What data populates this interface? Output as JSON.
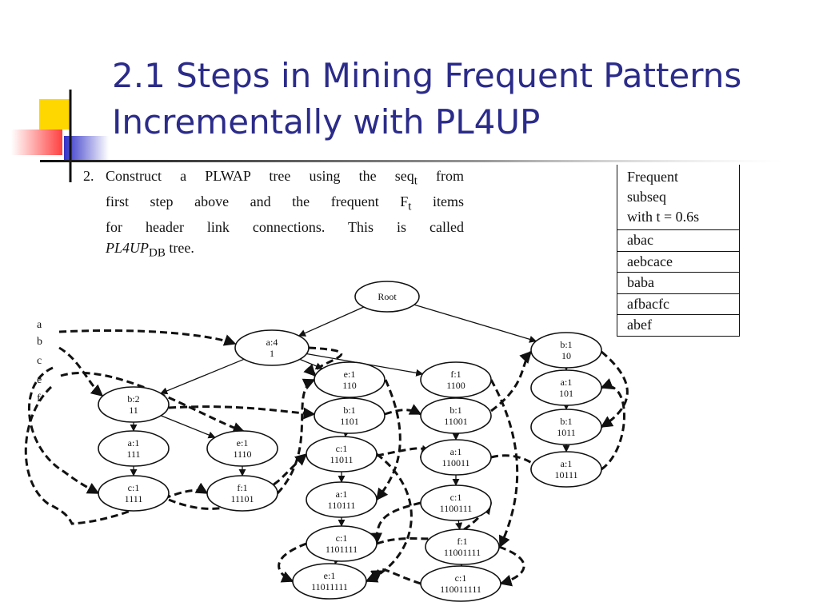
{
  "slide": {
    "title_line1": "2.1 Steps in Mining Frequent Patterns",
    "title_line2": "Incrementally with PL4UP",
    "accent_colors": {
      "yellow": "#ffd700",
      "blue": "#3030c8",
      "red": "#ff5050",
      "title": "#2b2b8a"
    }
  },
  "step": {
    "number": "2.",
    "line1": "Construct a PLWAP tree using the seq",
    "line1_sub": "t",
    "line1_end": "from",
    "line2a": "first step above and the frequent F",
    "line2_sub": "t",
    "line2b": "items",
    "line3": "for header link connections.   This is called",
    "line4_name": "PL4UP",
    "line4_sub": "DB",
    "line4_end": "tree."
  },
  "table": {
    "header_lines": [
      "Frequent",
      "subseq",
      "with t = 0.6s"
    ],
    "rows": [
      "abac",
      "aebcace",
      "baba",
      "afbacfc",
      "abef"
    ]
  },
  "tree": {
    "header_items": [
      "a",
      "b",
      "c",
      "e",
      "f"
    ],
    "nodes": [
      {
        "id": "root",
        "label": "Root",
        "code": ""
      },
      {
        "id": "a4",
        "label": "a:4",
        "code": "1"
      },
      {
        "id": "b1r",
        "label": "b:1",
        "code": "10"
      },
      {
        "id": "b2",
        "label": "b:2",
        "code": "11"
      },
      {
        "id": "e110",
        "label": "e:1",
        "code": "110"
      },
      {
        "id": "f1100",
        "label": "f:1",
        "code": "1100"
      },
      {
        "id": "a101",
        "label": "a:1",
        "code": "101"
      },
      {
        "id": "a111",
        "label": "a:1",
        "code": "111"
      },
      {
        "id": "e1110",
        "label": "e:1",
        "code": "1110"
      },
      {
        "id": "b1101",
        "label": "b:1",
        "code": "1101"
      },
      {
        "id": "b11001",
        "label": "b:1",
        "code": "11001"
      },
      {
        "id": "b1011",
        "label": "b:1",
        "code": "1011"
      },
      {
        "id": "c11011",
        "label": "c:1",
        "code": "11011"
      },
      {
        "id": "a110011",
        "label": "a:1",
        "code": "110011"
      },
      {
        "id": "a10111",
        "label": "a:1",
        "code": "10111"
      },
      {
        "id": "c1111",
        "label": "c:1",
        "code": "1111"
      },
      {
        "id": "f11101",
        "label": "f:1",
        "code": "11101"
      },
      {
        "id": "a110111",
        "label": "a:1",
        "code": "110111"
      },
      {
        "id": "c1100111",
        "label": "c:1",
        "code": "1100111"
      },
      {
        "id": "c1101111",
        "label": "c:1",
        "code": "1101111"
      },
      {
        "id": "f11001111",
        "label": "f:1",
        "code": "11001111"
      },
      {
        "id": "e11011111",
        "label": "e:1",
        "code": "11011111"
      },
      {
        "id": "c110011111",
        "label": "c:1",
        "code": "110011111"
      }
    ]
  }
}
